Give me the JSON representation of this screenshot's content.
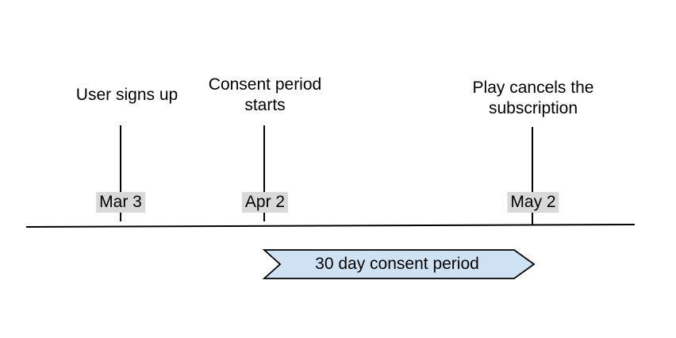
{
  "diagram": {
    "title_semantic": "subscription-consent-timeline",
    "background": "#ffffff",
    "line_color": "#000000",
    "events": [
      {
        "label": "User signs up",
        "date": "Mar 3"
      },
      {
        "label": "Consent period\nstarts",
        "date": "Apr 2"
      },
      {
        "label": "Play cancels the\nsubscription",
        "date": "May 2"
      }
    ],
    "date_badge_bg": "#d9d9d9",
    "banner": {
      "label": "30 day consent period",
      "fill": "#cfe2f3",
      "stroke": "#000000"
    }
  }
}
